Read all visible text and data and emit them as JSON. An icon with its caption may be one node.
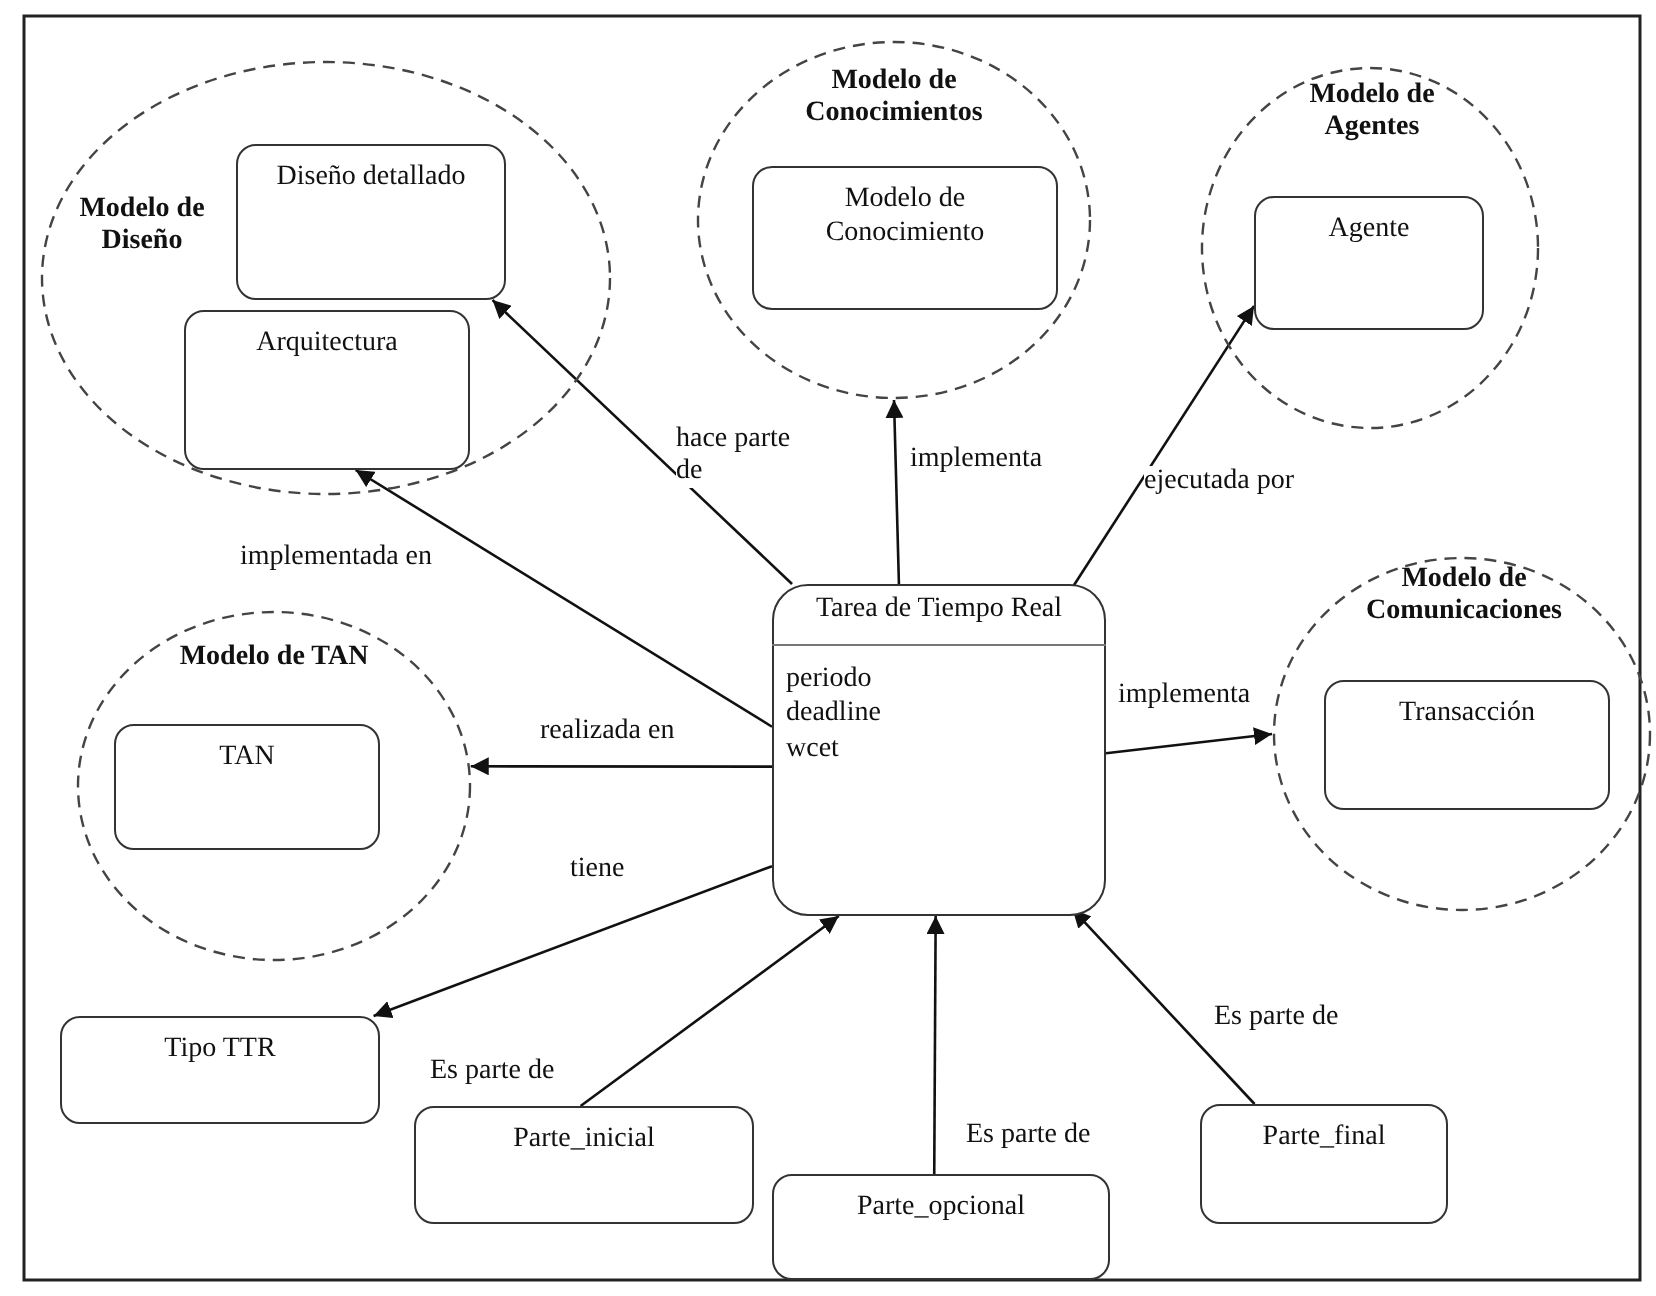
{
  "diagram": {
    "nodes": [
      {
        "text": [
          "Modelo de Diseño"
        ]
      },
      {
        "text": [
          "Diseño detallado"
        ],
        "in": 0
      },
      {
        "text": [
          "Arquitectura"
        ],
        "in": 0
      },
      {
        "text": [
          "Modelo de Conocimientos"
        ]
      },
      {
        "text": [
          "Modelo de Conocimiento"
        ],
        "in": 3
      },
      {
        "text": [
          "Modelo de Agentes"
        ]
      },
      {
        "text": [
          "Agente"
        ],
        "in": 5
      },
      {
        "text": [
          "Modelo de TAN"
        ]
      },
      {
        "text": [
          "TAN"
        ],
        "in": 7
      },
      {
        "text": [
          "Tarea de Tiempo Real",
          "periodo",
          "deadline",
          "wcet"
        ]
      },
      {
        "text": [
          "Modelo de Comunicaciones"
        ]
      },
      {
        "text": [
          "Transacción"
        ],
        "in": 10
      },
      {
        "text": [
          "Tipo TTR"
        ]
      },
      {
        "text": [
          "Parte_inicial"
        ]
      },
      {
        "text": [
          "Parte_opcional"
        ]
      },
      {
        "text": [
          "Parte_final"
        ]
      }
    ],
    "edges": [
      {
        "from": 9,
        "to": 1,
        "arrow": "to",
        "label": "hace parte de"
      },
      {
        "from": 9,
        "to": 2,
        "arrow": "to",
        "label": "implementada en"
      },
      {
        "from": 9,
        "to": 3,
        "arrow": "to",
        "label": "implementa"
      },
      {
        "from": 9,
        "to": 6,
        "arrow": "to",
        "label": "ejecutada por"
      },
      {
        "from": 9,
        "to": 7,
        "arrow": "to",
        "label": "realizada en"
      },
      {
        "from": 9,
        "to": 10,
        "arrow": "to",
        "label": "implementa"
      },
      {
        "from": 9,
        "to": 12,
        "arrow": "to",
        "label": "tiene"
      },
      {
        "from": 13,
        "to": 9,
        "arrow": "to",
        "label": "Es parte de"
      },
      {
        "from": 14,
        "to": 9,
        "arrow": "to",
        "label": "Es parte de"
      },
      {
        "from": 15,
        "to": 9,
        "arrow": "to",
        "label": "Es parte de"
      }
    ]
  }
}
